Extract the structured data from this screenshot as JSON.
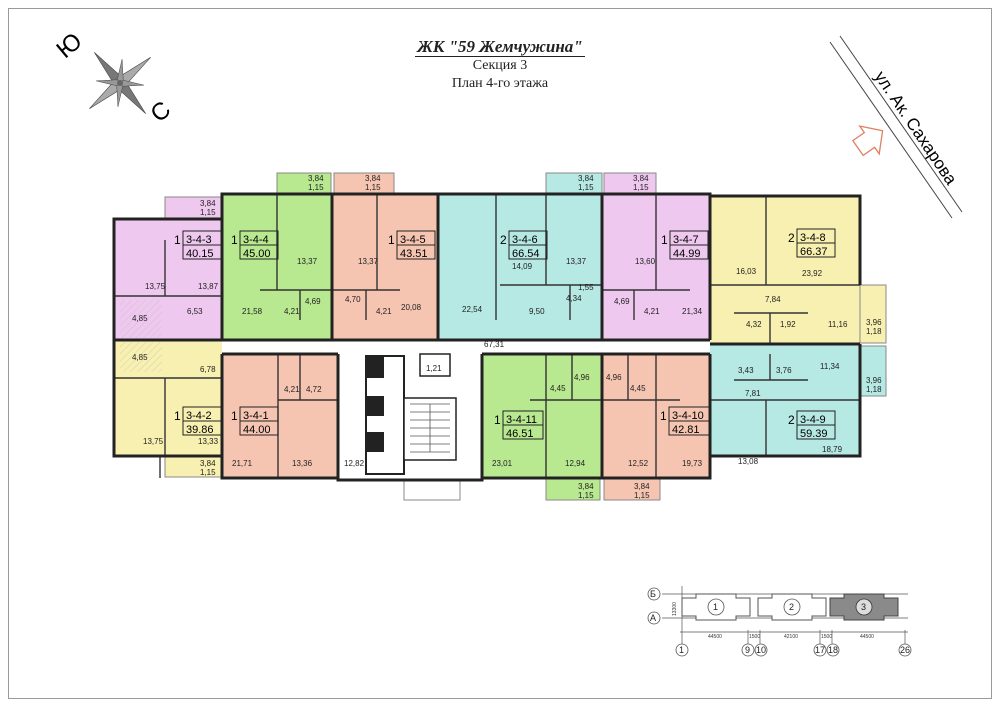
{
  "header": {
    "complex": "ЖК \"59 Жемчужина\"",
    "section": "Секция 3",
    "plan": "План 4-го этажа"
  },
  "compass": {
    "north": "Ю",
    "south": "С"
  },
  "street": "ул. Ак. Сахарова",
  "colors": {
    "one_room_pink": "#efc8ef",
    "one_room_green": "#b8e890",
    "one_room_salmon": "#f6c5b2",
    "two_room_cyan": "#b6e8e4",
    "yellow": "#f8f0b0",
    "wall": "#222222"
  },
  "apartments": [
    {
      "id": "3-4-3",
      "rooms": "1",
      "area": "40.15"
    },
    {
      "id": "3-4-4",
      "rooms": "1",
      "area": "45.00"
    },
    {
      "id": "3-4-5",
      "rooms": "1",
      "area": "43.51"
    },
    {
      "id": "3-4-6",
      "rooms": "2",
      "area": "66.54"
    },
    {
      "id": "3-4-7",
      "rooms": "1",
      "area": "44.99"
    },
    {
      "id": "3-4-8",
      "rooms": "2",
      "area": "66.37"
    },
    {
      "id": "3-4-2",
      "rooms": "1",
      "area": "39.86"
    },
    {
      "id": "3-4-1",
      "rooms": "1",
      "area": "44.00"
    },
    {
      "id": "3-4-11",
      "rooms": "1",
      "area": "46.51"
    },
    {
      "id": "3-4-10",
      "rooms": "1",
      "area": "42.81"
    },
    {
      "id": "3-4-9",
      "rooms": "2",
      "area": "59.39"
    }
  ],
  "room_areas": [
    "13,75",
    "13,87",
    "4,85",
    "6,53",
    "4,85",
    "6,78",
    "13,75",
    "13,33",
    "21,58",
    "13,37",
    "4,21",
    "4,69",
    "4,70",
    "13,37",
    "4,21",
    "20,08",
    "22,54",
    "14,09",
    "9,50",
    "1,55",
    "4,34",
    "13,37",
    "13,60",
    "4,69",
    "4,21",
    "21,34",
    "16,03",
    "23,92",
    "7,84",
    "4,32",
    "1,92",
    "11,16",
    "3,96",
    "1,18",
    "3,43",
    "3,76",
    "11,34",
    "3,96",
    "1,18",
    "7,81",
    "13,08",
    "18,79",
    "21,71",
    "4,21",
    "4,72",
    "13,36",
    "12,82",
    "1,21",
    "67,31",
    "4,45",
    "4,96",
    "4,96",
    "4,45",
    "23,01",
    "12,94",
    "12,52",
    "19,73"
  ],
  "balconies": [
    "3,84",
    "1,15",
    "3,84",
    "1,15",
    "3,84",
    "1,15",
    "3,84",
    "1,15",
    "3,84",
    "1,15",
    "3,84",
    "1,15",
    "3,84",
    "1,15",
    "3,84",
    "1,15"
  ],
  "key_plan": {
    "rows": [
      "Б",
      "А"
    ],
    "sections": [
      "1",
      "2",
      "3"
    ],
    "axes": [
      "1",
      "9",
      "10",
      "17",
      "18",
      "26"
    ],
    "dims": [
      "44500",
      "42100",
      "44500",
      "1500",
      "1500"
    ],
    "depth": "13300"
  }
}
